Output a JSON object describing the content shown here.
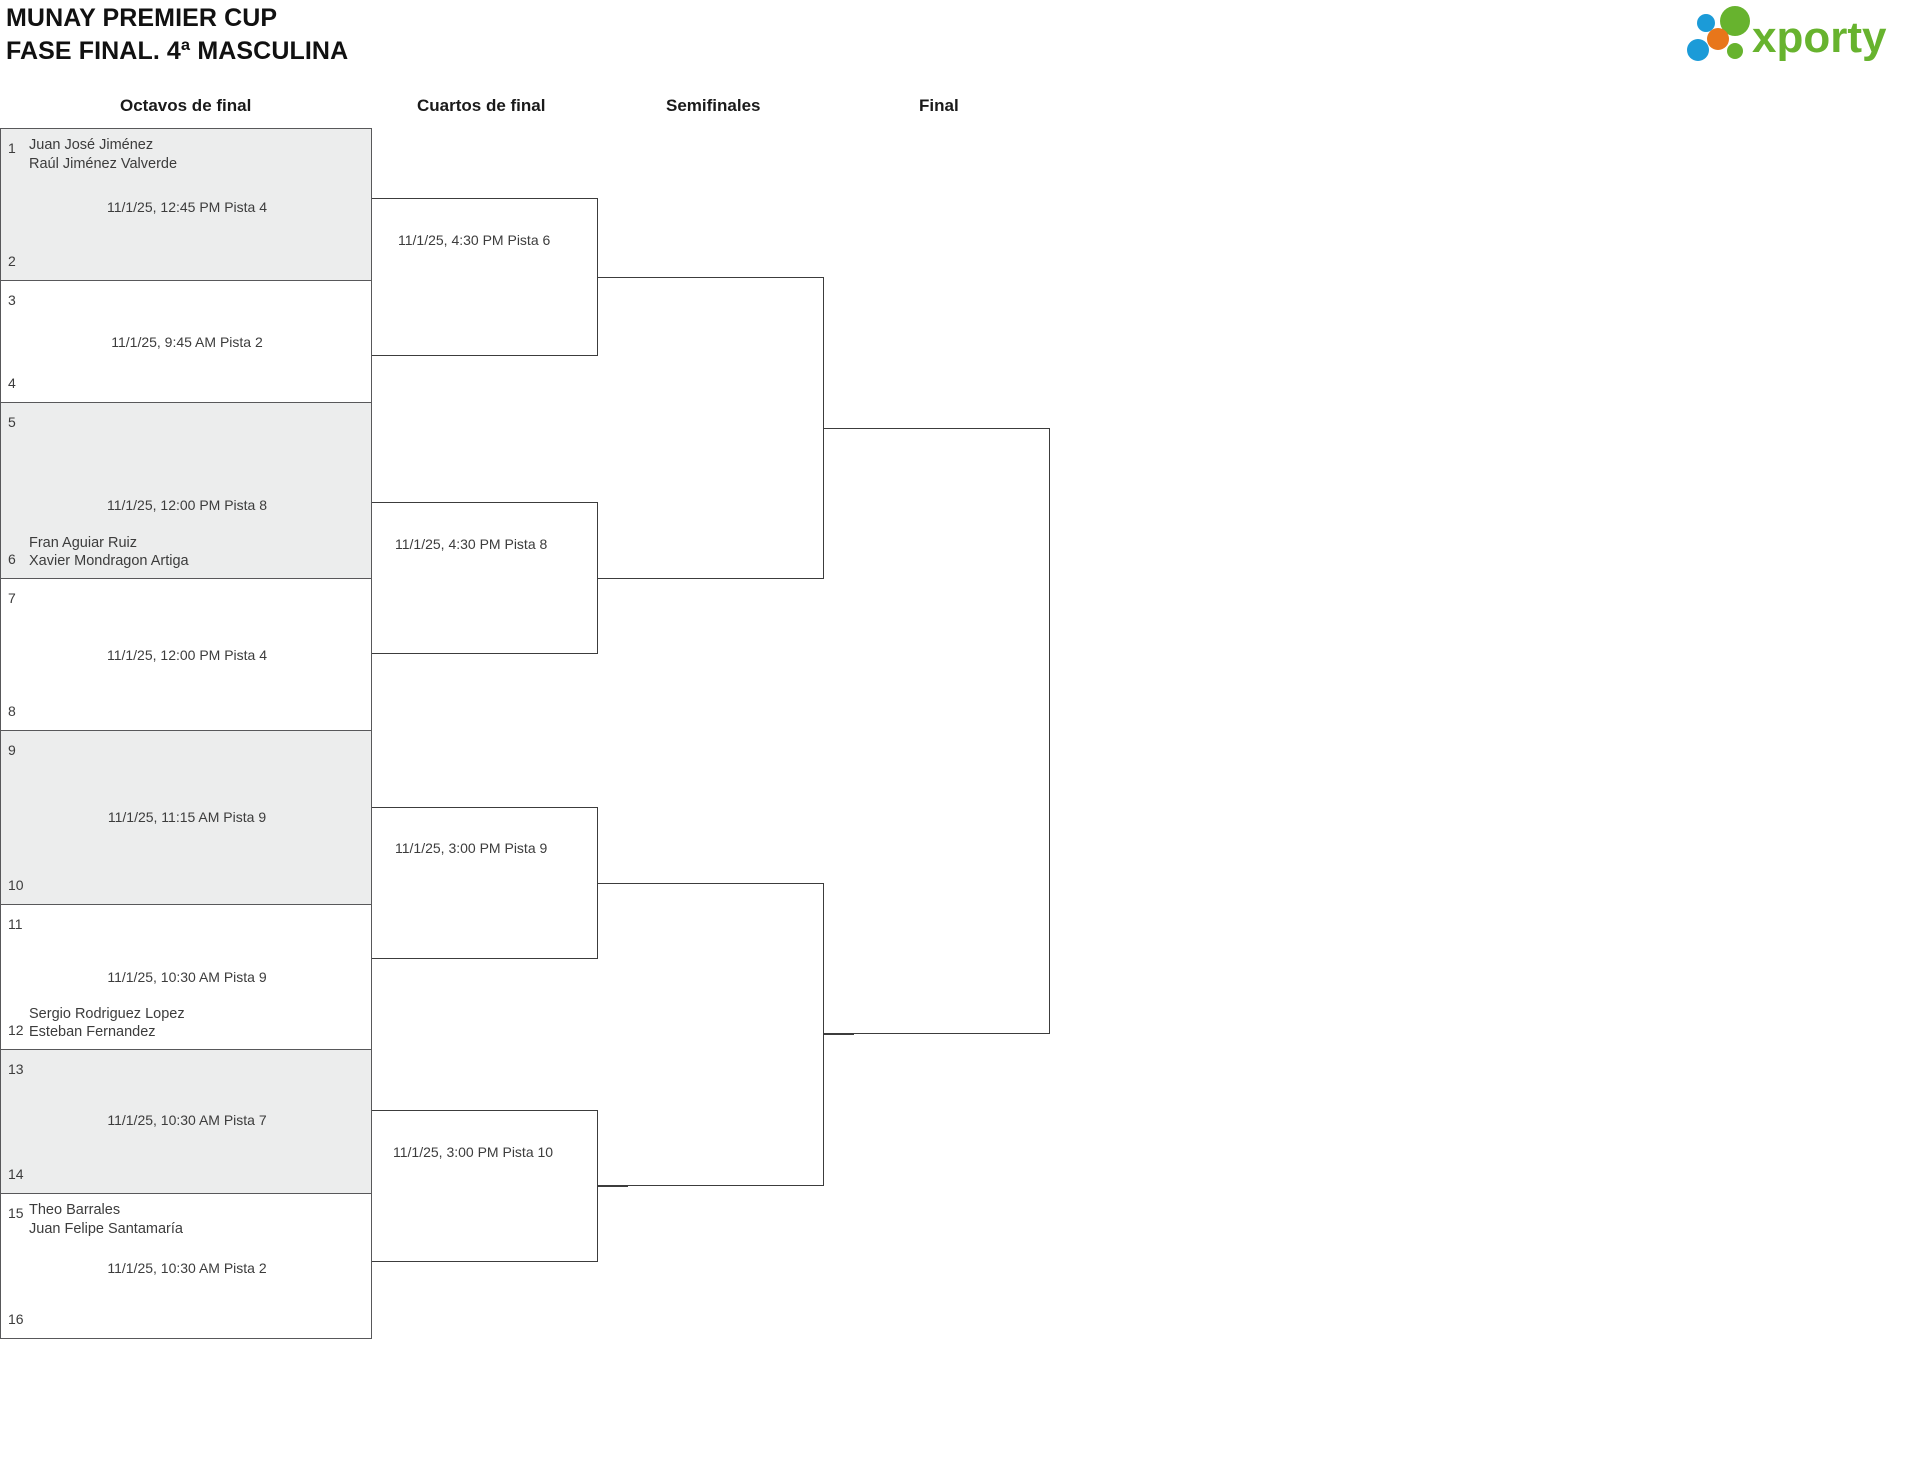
{
  "header": {
    "title_line1": "MUNAY PREMIER CUP",
    "title_line2": "FASE FINAL. 4ª MASCULINA",
    "logo_text": "xporty",
    "logo_colors": {
      "green": "#67b32e",
      "orange": "#e8761a",
      "blue": "#1b9bd8"
    }
  },
  "rounds": [
    {
      "label": "Octavos de final"
    },
    {
      "label": "Cuartos de final"
    },
    {
      "label": "Semifinales"
    },
    {
      "label": "Final"
    }
  ],
  "round1": {
    "matches": [
      {
        "shaded": true,
        "top_seed": "1",
        "bottom_seed": "2",
        "top_players": [
          "Juan José Jiménez",
          "Raúl Jiménez Valverde"
        ],
        "bottom_players": [],
        "info": "11/1/25, 12:45 PM Pista 4"
      },
      {
        "shaded": false,
        "top_seed": "3",
        "bottom_seed": "4",
        "top_players": [],
        "bottom_players": [],
        "info": "11/1/25, 9:45 AM Pista 2"
      },
      {
        "shaded": true,
        "top_seed": "5",
        "bottom_seed": "6",
        "top_players": [],
        "bottom_players": [
          "Fran Aguiar Ruiz",
          "Xavier Mondragon Artiga"
        ],
        "info": "11/1/25, 12:00 PM Pista 8"
      },
      {
        "shaded": false,
        "top_seed": "7",
        "bottom_seed": "8",
        "top_players": [],
        "bottom_players": [],
        "info": "11/1/25, 12:00 PM Pista 4"
      },
      {
        "shaded": true,
        "top_seed": "9",
        "bottom_seed": "10",
        "top_players": [],
        "bottom_players": [],
        "info": "11/1/25, 11:15 AM Pista 9"
      },
      {
        "shaded": false,
        "top_seed": "11",
        "bottom_seed": "12",
        "top_players": [],
        "bottom_players": [
          "Sergio Rodriguez Lopez",
          "Esteban Fernandez"
        ],
        "info": "11/1/25, 10:30 AM Pista 9"
      },
      {
        "shaded": true,
        "top_seed": "13",
        "bottom_seed": "14",
        "top_players": [],
        "bottom_players": [],
        "info": "11/1/25, 10:30 AM Pista 7"
      },
      {
        "shaded": false,
        "top_seed": "15",
        "bottom_seed": "16",
        "top_players": [
          "Theo Barrales",
          "Juan Felipe Santamaría"
        ],
        "bottom_players": [],
        "info": "11/1/25, 10:30 AM Pista 2"
      }
    ]
  },
  "round2": {
    "matches": [
      {
        "info": "11/1/25, 4:30 PM Pista 6"
      },
      {
        "info": "11/1/25, 4:30 PM Pista 8"
      },
      {
        "info": "11/1/25, 3:00 PM Pista 9"
      },
      {
        "info": "11/1/25, 3:00 PM Pista 10"
      }
    ]
  },
  "round3": {
    "matches": [
      {
        "info": ""
      },
      {
        "info": ""
      }
    ]
  },
  "round4": {
    "matches": [
      {
        "info": ""
      }
    ]
  }
}
